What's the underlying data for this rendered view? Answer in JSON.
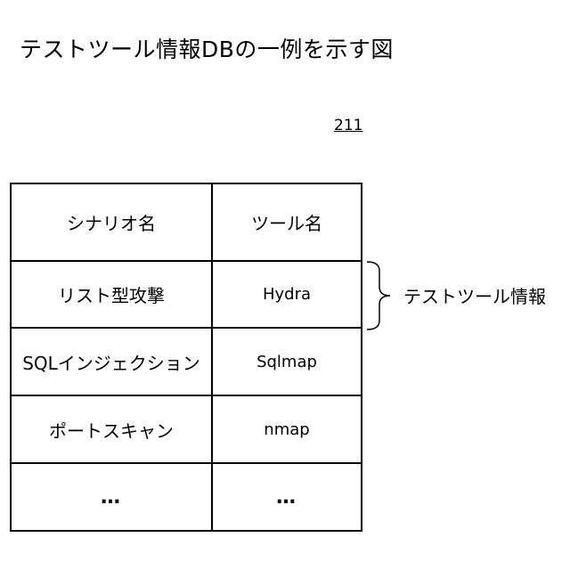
{
  "figure": {
    "title": "テストツール情報DBの一例を示す図",
    "reference_number": "211"
  },
  "table": {
    "headers": [
      "シナリオ名",
      "ツール名"
    ],
    "rows": [
      [
        "リスト型攻撃",
        "Hydra"
      ],
      [
        "SQLインジェクション",
        "Sqlmap"
      ],
      [
        "ポートスキャン",
        "nmap"
      ],
      [
        "…",
        "…"
      ]
    ]
  },
  "annotation": {
    "label": "テストツール情報"
  }
}
